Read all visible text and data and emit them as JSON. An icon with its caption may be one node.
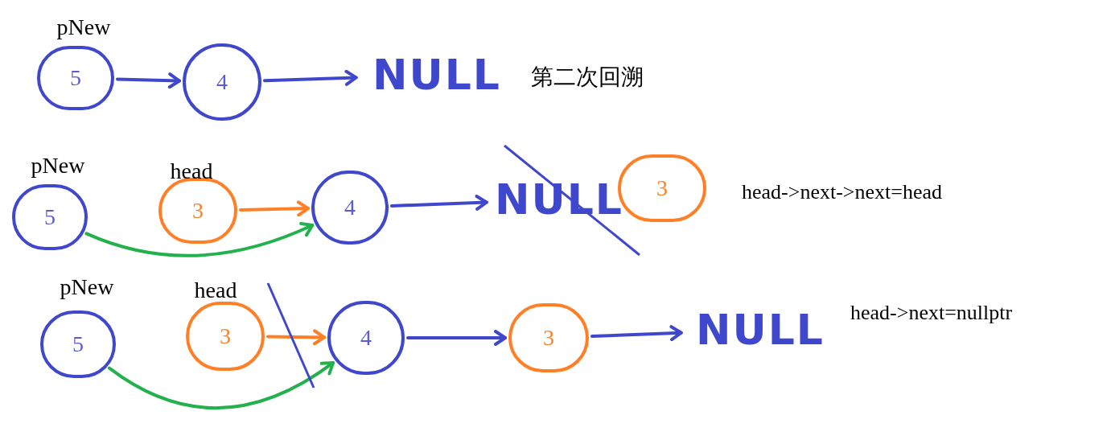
{
  "diagram": {
    "nodes": [
      {
        "text": [
          "5"
        ],
        "beside": [
          "pNew"
        ]
      },
      {
        "text": [
          "4"
        ]
      },
      {
        "text": [
          "NULL"
        ]
      },
      {
        "text": [
          "5"
        ],
        "beside": [
          "pNew"
        ]
      },
      {
        "text": [
          "3"
        ],
        "beside": [
          "head"
        ]
      },
      {
        "text": [
          "4"
        ]
      },
      {
        "text": [
          "NULL"
        ]
      },
      {
        "text": [
          "3"
        ]
      },
      {
        "text": [
          "5"
        ],
        "beside": [
          "pNew"
        ]
      },
      {
        "text": [
          "3"
        ],
        "beside": [
          "head"
        ]
      },
      {
        "text": [
          "4"
        ]
      },
      {
        "text": [
          "3"
        ]
      },
      {
        "text": [
          "NULL"
        ]
      }
    ],
    "edges": [
      {
        "from": 0,
        "to": 1,
        "arrow": "to"
      },
      {
        "from": 1,
        "to": 2,
        "arrow": "to"
      },
      {
        "from": 4,
        "to": 5,
        "arrow": "to",
        "color": "#ff7f27"
      },
      {
        "from": 3,
        "to": 5,
        "arrow": "to",
        "color": "#22b14c"
      },
      {
        "from": 5,
        "to": 6,
        "arrow": "to"
      },
      {
        "from": 9,
        "to": 10,
        "arrow": "to",
        "color": "#ff7f27"
      },
      {
        "from": 8,
        "to": 10,
        "arrow": "to",
        "color": "#22b14c"
      },
      {
        "from": 10,
        "to": 11,
        "arrow": "to"
      },
      {
        "from": 11,
        "to": 12,
        "arrow": "to"
      }
    ],
    "labels": [
      "第二次回溯",
      "head->next->next=head",
      "head->next=nullptr"
    ]
  }
}
